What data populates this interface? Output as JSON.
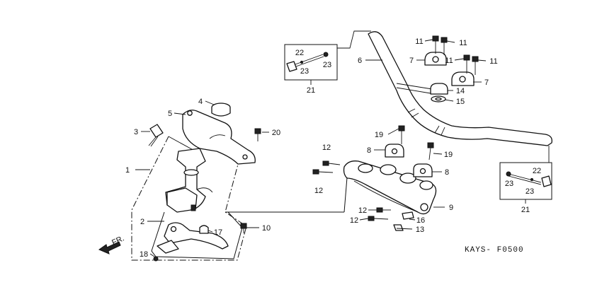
{
  "diagram_code": "KAYS- F0500",
  "direction_label": "FR.",
  "callouts": [
    {
      "id": "c1",
      "text": "1"
    },
    {
      "id": "c2",
      "text": "2"
    },
    {
      "id": "c3",
      "text": "3"
    },
    {
      "id": "c4",
      "text": "4"
    },
    {
      "id": "c5",
      "text": "5"
    },
    {
      "id": "c6",
      "text": "6"
    },
    {
      "id": "c7a",
      "text": "7"
    },
    {
      "id": "c7b",
      "text": "7"
    },
    {
      "id": "c8a",
      "text": "8"
    },
    {
      "id": "c8b",
      "text": "8"
    },
    {
      "id": "c9",
      "text": "9"
    },
    {
      "id": "c10",
      "text": "10"
    },
    {
      "id": "c11a",
      "text": "11"
    },
    {
      "id": "c11b",
      "text": "11"
    },
    {
      "id": "c11c",
      "text": "11"
    },
    {
      "id": "c11d",
      "text": "11"
    },
    {
      "id": "c12a",
      "text": "12"
    },
    {
      "id": "c12b",
      "text": "12"
    },
    {
      "id": "c12c",
      "text": "12"
    },
    {
      "id": "c12d",
      "text": "12"
    },
    {
      "id": "c13",
      "text": "13"
    },
    {
      "id": "c14",
      "text": "14"
    },
    {
      "id": "c15",
      "text": "15"
    },
    {
      "id": "c16",
      "text": "16"
    },
    {
      "id": "c17",
      "text": "17"
    },
    {
      "id": "c18",
      "text": "18"
    },
    {
      "id": "c19a",
      "text": "19"
    },
    {
      "id": "c19b",
      "text": "19"
    },
    {
      "id": "c20",
      "text": "20"
    },
    {
      "id": "c21a",
      "text": "21"
    },
    {
      "id": "c21b",
      "text": "21"
    },
    {
      "id": "c22a",
      "text": "22"
    },
    {
      "id": "c22b",
      "text": "22"
    },
    {
      "id": "c23a",
      "text": "23"
    },
    {
      "id": "c23b",
      "text": "23"
    },
    {
      "id": "c23c",
      "text": "23"
    },
    {
      "id": "c23d",
      "text": "23"
    }
  ]
}
